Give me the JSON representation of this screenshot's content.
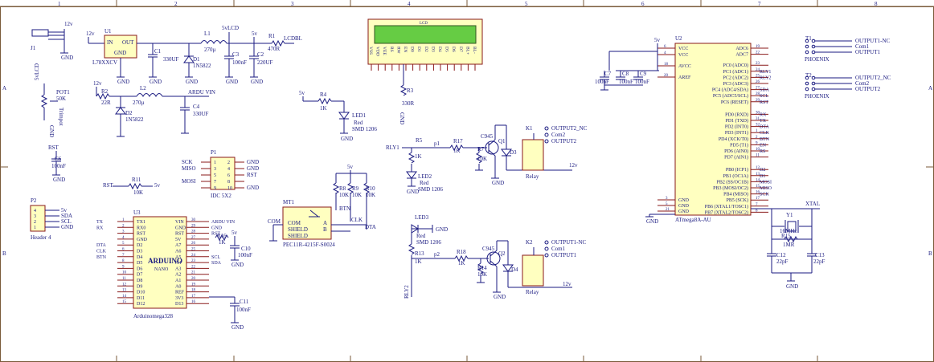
{
  "frame": {
    "columns": [
      "1",
      "2",
      "3",
      "4",
      "5",
      "6",
      "7",
      "8"
    ],
    "rows": [
      "A",
      "B"
    ]
  },
  "power": {
    "j1": "J1",
    "u1_ref": "U1",
    "u1_part": "L78XXCV",
    "u1_in": "IN",
    "u1_out": "OUT",
    "u1_gnd": "GND",
    "c1_ref": "C1",
    "c1_val": "330UF",
    "d1_ref": "D1",
    "d1_val": "1N5822",
    "l1_ref": "L1",
    "l1_val": "270µ",
    "net_5vlcd": "5vLCD",
    "c3_ref": "C3",
    "c3_val": "100nF",
    "c2_ref": "C2",
    "c2_val": "220UF",
    "r1_ref": "R1",
    "r1_val": "470R",
    "lcdbl": "LCDBL",
    "v12": "12v",
    "v5": "5v",
    "gnd": "GND"
  },
  "reg2": {
    "r2_ref": "R2",
    "r2_val": "22R",
    "l2_ref": "L2",
    "l2_val": "270µ",
    "ardu_vin": "ARDU VIN",
    "d2_ref": "D2",
    "d2_val": "1N5822",
    "c4_ref": "C4",
    "c4_val": "330UF",
    "pot_ref": "POT1",
    "pot_val": "50K",
    "pot_name": "Trimpot"
  },
  "lcd": {
    "title": "LCD",
    "pins": [
      "VSS",
      "VDD",
      "VEE",
      "RS",
      "RW",
      "EN",
      "D0",
      "D1",
      "D2",
      "D3",
      "D4",
      "D5",
      "D6",
      "D7",
      "BL+",
      "BL-"
    ],
    "r3_ref": "R3",
    "r3_val": "330R"
  },
  "led1": {
    "r4_ref": "R4",
    "r4_val": "1K",
    "led_ref": "LED1",
    "led_color": "Red",
    "led_pkg": "SMD 1206"
  },
  "rst": {
    "label": "RST",
    "c6_ref": "C6",
    "c6_val": "100nF",
    "r11_ref": "R11",
    "r11_val": "10K"
  },
  "isp": {
    "ref": "P1",
    "part": "IDC 5X2",
    "left": [
      "SCK",
      "MISO",
      "",
      "MOSI",
      ""
    ],
    "right": [
      "GND",
      "GND",
      "RST",
      "",
      "GND"
    ]
  },
  "header4": {
    "ref": "P2",
    "part": "Header 4",
    "nets": [
      "5v",
      "SDA",
      "SCL",
      "GND"
    ],
    "pins": [
      "4",
      "3",
      "2",
      "1"
    ]
  },
  "arduino": {
    "ref": "U3",
    "brand": "ARDUINO",
    "model": "NANO",
    "chip": "Arduinomega328",
    "left_pins": [
      "TX1",
      "RX0",
      "RST",
      "GND",
      "D2",
      "D3",
      "D4",
      "D5",
      "D6",
      "D7",
      "D8",
      "D9",
      "D10",
      "D11",
      "D12"
    ],
    "left_nums": [
      "1",
      "2",
      "3",
      "4",
      "5",
      "6",
      "7",
      "8",
      "9",
      "10",
      "11",
      "12",
      "13",
      "14",
      "15"
    ],
    "right_pins": [
      "VIN",
      "GND",
      "RST",
      "5V",
      "A7",
      "A6",
      "A5",
      "A4",
      "A3",
      "A2",
      "A1",
      "A0",
      "REF",
      "3V3",
      "D13"
    ],
    "right_nums": [
      "30",
      "29",
      "28",
      "27",
      "26",
      "25",
      "24",
      "23",
      "22",
      "21",
      "20",
      "19",
      "18",
      "17",
      "16"
    ],
    "left_nets": [
      "TX",
      "RX",
      "",
      "",
      "DTA",
      "CLK",
      "BTN",
      "",
      "",
      "",
      "",
      "",
      "",
      "",
      ""
    ],
    "right_nets": [
      "ARDU VIN",
      "GND",
      "RST",
      "",
      "",
      "",
      "SCL",
      "SDA",
      "",
      "",
      "",
      "",
      "",
      "",
      ""
    ],
    "r16_ref": "R16",
    "r16_val": "1K",
    "c10_ref": "C10",
    "c10_val": "100nF",
    "c11_ref": "C11",
    "c11_val": "100nF"
  },
  "encoder": {
    "ref": "MT1",
    "part": "PEC11R-4215F-S0024",
    "com": "COM",
    "shield": "SHIELD",
    "a": "A",
    "b": "B",
    "r8": "R8",
    "r9": "R9",
    "r10": "R10",
    "rval": "10K",
    "btn": "BTN",
    "clk": "CLK",
    "dta": "DTA"
  },
  "relay1": {
    "net": "RLY1",
    "r5_ref": "R5",
    "r5_val": "1K",
    "r17_ref": "R17",
    "r17_val": "1K",
    "p1": "p1",
    "q_part": "C945",
    "q_ref": "Q1",
    "r7_ref": "R7",
    "r7_val": "10K",
    "d_ref": "D3",
    "k_ref": "K1",
    "relay": "Relay",
    "led_ref": "LED2",
    "led_color": "Red",
    "led_pkg": "SMD 1206",
    "out_nc": "OUTPUT2_NC",
    "out_com": "Com2",
    "out": "OUTPUT2"
  },
  "relay2": {
    "net": "RLY2",
    "led_ref": "LED3",
    "led_color": "Red",
    "led_pkg": "SMD 1206",
    "r13_ref": "R13",
    "r13_val": "1K",
    "r18_ref": "R18",
    "r18_val": "1K",
    "p2": "p2",
    "q_part": "C945",
    "q_ref": "Q2",
    "r14_ref": "R14",
    "r14_val": "10K",
    "d_ref": "D4",
    "k_ref": "K2",
    "relay": "Relay",
    "out_nc": "OUTPUT1-NC",
    "out_com": "Com1",
    "out": "OUTPUT1"
  },
  "mcu": {
    "ref": "U2",
    "part": "ATmega8A-AU",
    "left_top": [
      "VCC",
      "VCC",
      "AVCC",
      "AREF"
    ],
    "left_top_nums": [
      "6",
      "4",
      "18",
      "20"
    ],
    "left_bottom": [
      "GND",
      "GND",
      "GND"
    ],
    "left_bottom_nums": [
      "3",
      "5",
      "21"
    ],
    "right": [
      "ADC6",
      "ADC7",
      "PC0 (ADC0)",
      "PC1 (ADC1)",
      "PC2 (ADC2)",
      "PC3 (ADC3)",
      "PC4 (ADC4/SDA)",
      "PC5 (ADC5/SCL)",
      "PC6 (RESET)",
      "PD0 (RXD)",
      "PD1 (TXD)",
      "PD2 (INT0)",
      "PD3 (INT1)",
      "PD4 (XCK/T0)",
      "PD5 (T1)",
      "PD6 (AIN0)",
      "PD7 (AIN1)",
      "PB0 (ICP1)",
      "PB1 (OC1A)",
      "PB2 (SS/OC1B)",
      "PB3 (MOSI/OC2)",
      "PB4 (MISO)",
      "PB5 (SCK)",
      "PB6 (XTAL1/TOSC1)",
      "PB7 (XTAL2/TOSC2)"
    ],
    "right_nums": [
      "19",
      "22",
      "23",
      "24",
      "25",
      "26",
      "27",
      "28",
      "29",
      "30",
      "31",
      "32",
      "1",
      "2",
      "9",
      "10",
      "11",
      "12",
      "13",
      "14",
      "15",
      "16",
      "17",
      "7",
      "8"
    ],
    "right_nets": [
      "",
      "",
      "",
      "RLY1",
      "RLY2",
      "",
      "SDA",
      "SCL",
      "RST",
      "RX",
      "TX",
      "DTA",
      "CLK",
      "BTN",
      "EN",
      "RS",
      "",
      "D2",
      "D1",
      "MOSI",
      "MISO",
      "SCK",
      "",
      "",
      ""
    ],
    "c7_ref": "C7",
    "c7_val": "100nF",
    "c8_ref": "C8",
    "c8_val": "100nF",
    "c9_ref": "C9",
    "c9_val": "100nF"
  },
  "crystal": {
    "net": "XTAL",
    "y_ref": "Y1",
    "y_val": "16MHz",
    "r15_ref": "R15",
    "r15_val": "1MR",
    "c12_ref": "C12",
    "c12_val": "22pF",
    "c13_ref": "C13",
    "c13_val": "22pF"
  },
  "terminals": {
    "t1_ref": "T1",
    "t1_part": "PHOENIX",
    "t1_nets": [
      "OUTPUT1-NC",
      "Com1",
      "OUTPUT1"
    ],
    "t2_ref": "T2",
    "t2_part": "PHOENIX",
    "t2_nets": [
      "OUTPUT2_NC",
      "Com2",
      "OUTPUT2"
    ]
  }
}
